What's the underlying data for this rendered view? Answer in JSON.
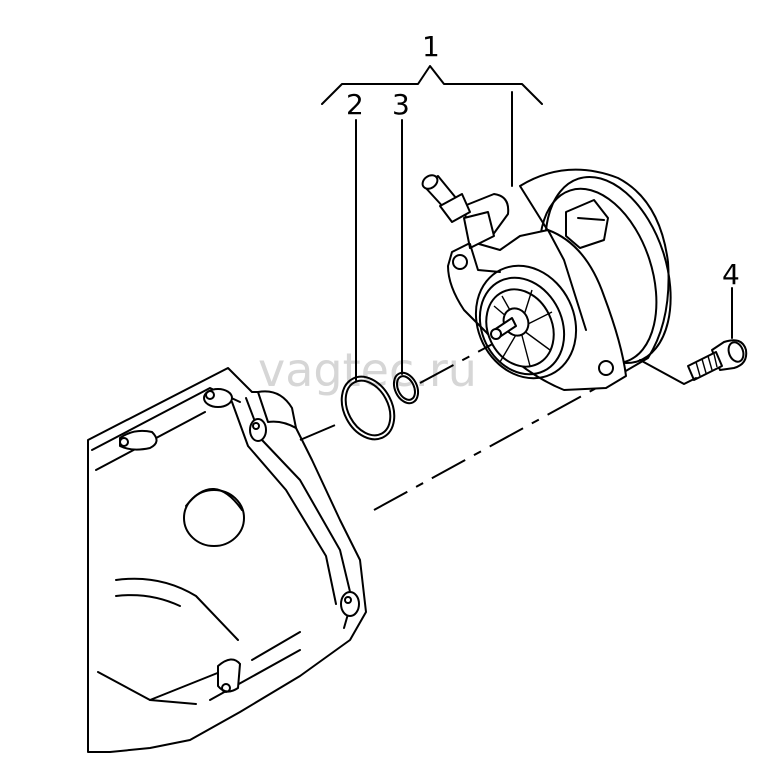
{
  "watermark": "vagtec.ru",
  "callouts": [
    {
      "id": "1",
      "label": "1"
    },
    {
      "id": "2",
      "label": "2"
    },
    {
      "id": "3",
      "label": "3"
    },
    {
      "id": "4",
      "label": "4"
    }
  ]
}
